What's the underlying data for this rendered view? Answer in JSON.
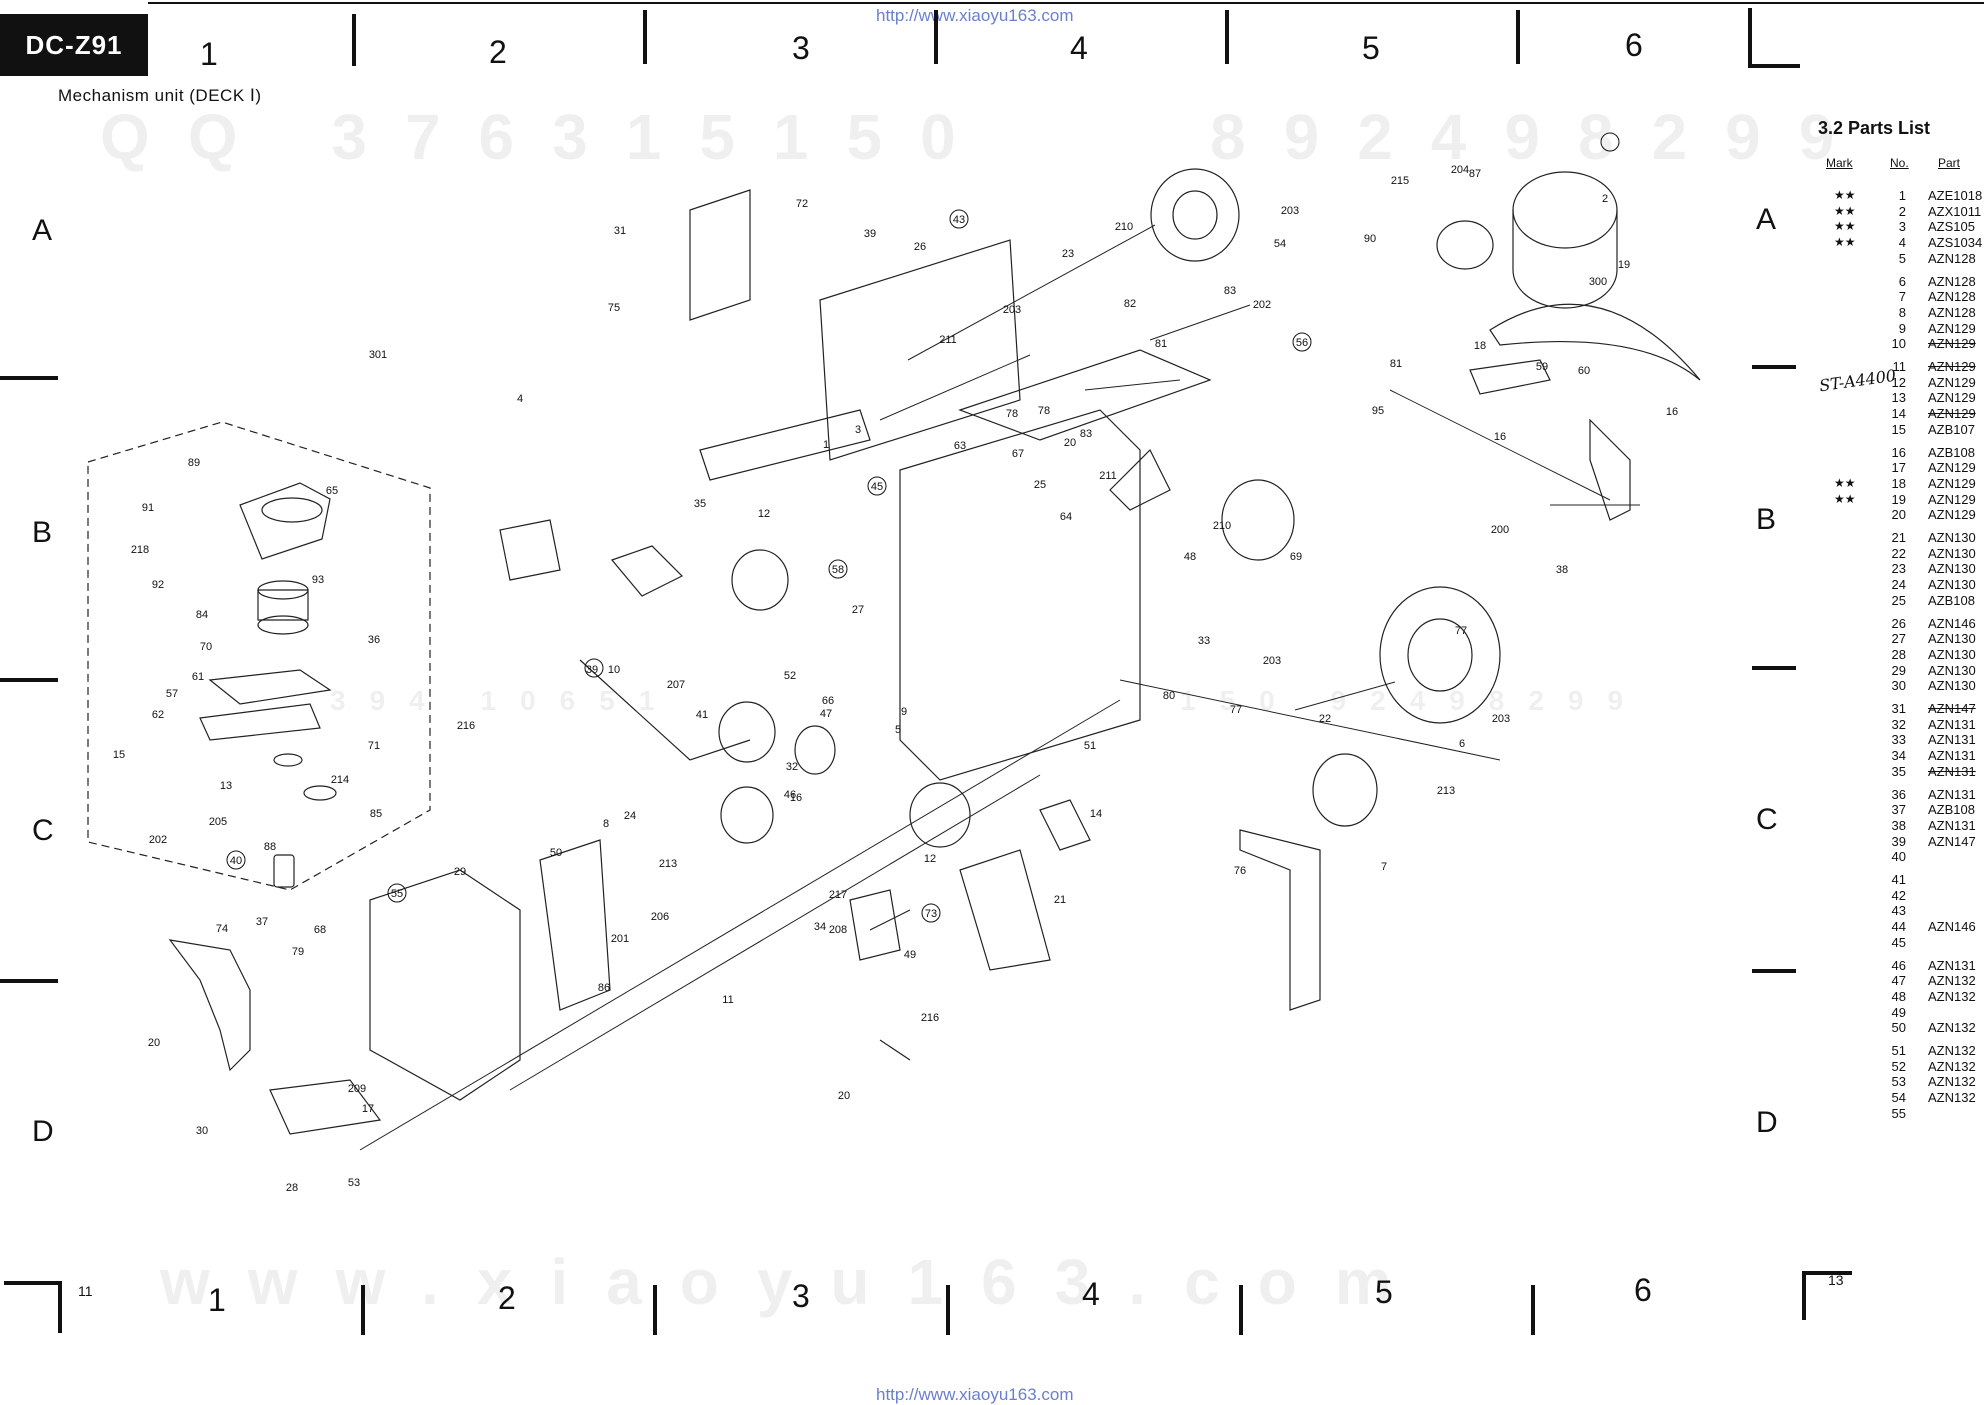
{
  "header": {
    "model": "DC-Z91",
    "unit_title": "Mechanism unit (DECK Ⅰ)",
    "url_top": "http://www.xiaoyu163.com",
    "url_bottom": "http://www.xiaoyu163.com"
  },
  "grid": {
    "columns_top": [
      "1",
      "2",
      "3",
      "4",
      "5",
      "6"
    ],
    "columns_bottom": [
      "1",
      "2",
      "3",
      "4",
      "5",
      "6"
    ],
    "rows_left": [
      "A",
      "B",
      "C",
      "D"
    ],
    "rows_right": [
      "A",
      "B",
      "C",
      "D"
    ]
  },
  "page_numbers": {
    "left": "11",
    "right": "13"
  },
  "watermarks": {
    "qq_top": "QQ 376315150",
    "qq_top_right": "892498299",
    "www_bottom": "www.xiaoyu163.com",
    "mid_left": "394 10651",
    "mid_right": "150 92498299"
  },
  "diagram": {
    "callouts": [
      "301",
      "89",
      "91",
      "218",
      "92",
      "84",
      "93",
      "65",
      "36",
      "70",
      "61",
      "57",
      "62",
      "15",
      "13",
      "214",
      "71",
      "205",
      "202",
      "85",
      "88",
      "40",
      "74",
      "37",
      "79",
      "68",
      "20",
      "29",
      "55",
      "50",
      "86",
      "209",
      "17",
      "30",
      "28",
      "53",
      "8",
      "24",
      "206",
      "201",
      "31",
      "72",
      "75",
      "4",
      "39",
      "26",
      "43",
      "211",
      "203",
      "78",
      "23",
      "1",
      "3",
      "63",
      "35",
      "12",
      "27",
      "58",
      "45",
      "10",
      "207",
      "52",
      "216",
      "66",
      "39",
      "41",
      "46",
      "217",
      "47",
      "5",
      "9",
      "16",
      "213",
      "208",
      "51",
      "32",
      "12",
      "14",
      "21",
      "73",
      "49",
      "34",
      "11",
      "20",
      "216",
      "67",
      "20",
      "25",
      "211",
      "64",
      "48",
      "210",
      "54",
      "203",
      "78",
      "82",
      "81",
      "83",
      "83",
      "202",
      "56",
      "90",
      "215",
      "204",
      "87",
      "2",
      "300",
      "19",
      "18",
      "81",
      "95",
      "59",
      "60",
      "16",
      "16",
      "38",
      "200",
      "210",
      "69",
      "33",
      "80",
      "77",
      "203",
      "22",
      "6",
      "203",
      "77",
      "213",
      "76",
      "7"
    ],
    "hand_note": "ST-A4400"
  },
  "parts_list": {
    "title": "3.2 Parts List",
    "headers": [
      "Mark",
      "No.",
      "Part"
    ],
    "rows": [
      {
        "mark": "★★",
        "no": "1",
        "part": "AZE1018"
      },
      {
        "mark": "★★",
        "no": "2",
        "part": "AZX1011"
      },
      {
        "mark": "★★",
        "no": "3",
        "part": "AZS105"
      },
      {
        "mark": "★★",
        "no": "4",
        "part": "AZS1034"
      },
      {
        "mark": "",
        "no": "5",
        "part": "AZN128"
      },
      {
        "mark": "",
        "no": "6",
        "part": "AZN128"
      },
      {
        "mark": "",
        "no": "7",
        "part": "AZN128"
      },
      {
        "mark": "",
        "no": "8",
        "part": "AZN128"
      },
      {
        "mark": "",
        "no": "9",
        "part": "AZN129"
      },
      {
        "mark": "",
        "no": "10",
        "part": "AZN129"
      },
      {
        "mark": "",
        "no": "11",
        "part": "AZN129"
      },
      {
        "mark": "",
        "no": "12",
        "part": "AZN129"
      },
      {
        "mark": "",
        "no": "13",
        "part": "AZN129"
      },
      {
        "mark": "",
        "no": "14",
        "part": "AZN129"
      },
      {
        "mark": "",
        "no": "15",
        "part": "AZB107"
      },
      {
        "mark": "",
        "no": "16",
        "part": "AZB108"
      },
      {
        "mark": "",
        "no": "17",
        "part": "AZN129"
      },
      {
        "mark": "★★",
        "no": "18",
        "part": "AZN129"
      },
      {
        "mark": "★★",
        "no": "19",
        "part": "AZN129"
      },
      {
        "mark": "",
        "no": "20",
        "part": "AZN129"
      },
      {
        "mark": "",
        "no": "21",
        "part": "AZN130"
      },
      {
        "mark": "",
        "no": "22",
        "part": "AZN130"
      },
      {
        "mark": "",
        "no": "23",
        "part": "AZN130"
      },
      {
        "mark": "",
        "no": "24",
        "part": "AZN130"
      },
      {
        "mark": "",
        "no": "25",
        "part": "AZB108"
      },
      {
        "mark": "",
        "no": "26",
        "part": "AZN146"
      },
      {
        "mark": "",
        "no": "27",
        "part": "AZN130"
      },
      {
        "mark": "",
        "no": "28",
        "part": "AZN130"
      },
      {
        "mark": "",
        "no": "29",
        "part": "AZN130"
      },
      {
        "mark": "",
        "no": "30",
        "part": "AZN130"
      },
      {
        "mark": "",
        "no": "31",
        "part": "AZN147"
      },
      {
        "mark": "",
        "no": "32",
        "part": "AZN131"
      },
      {
        "mark": "",
        "no": "33",
        "part": "AZN131"
      },
      {
        "mark": "",
        "no": "34",
        "part": "AZN131"
      },
      {
        "mark": "",
        "no": "35",
        "part": "AZN131"
      },
      {
        "mark": "",
        "no": "36",
        "part": "AZN131"
      },
      {
        "mark": "",
        "no": "37",
        "part": "AZB108"
      },
      {
        "mark": "",
        "no": "38",
        "part": "AZN131"
      },
      {
        "mark": "",
        "no": "39",
        "part": "AZN147"
      },
      {
        "mark": "",
        "no": "40",
        "part": ""
      },
      {
        "mark": "",
        "no": "41",
        "part": ""
      },
      {
        "mark": "",
        "no": "42",
        "part": ""
      },
      {
        "mark": "",
        "no": "43",
        "part": ""
      },
      {
        "mark": "",
        "no": "44",
        "part": "AZN146"
      },
      {
        "mark": "",
        "no": "45",
        "part": ""
      },
      {
        "mark": "",
        "no": "46",
        "part": "AZN131"
      },
      {
        "mark": "",
        "no": "47",
        "part": "AZN132"
      },
      {
        "mark": "",
        "no": "48",
        "part": "AZN132"
      },
      {
        "mark": "",
        "no": "49",
        "part": ""
      },
      {
        "mark": "",
        "no": "50",
        "part": "AZN132"
      },
      {
        "mark": "",
        "no": "51",
        "part": "AZN132"
      },
      {
        "mark": "",
        "no": "52",
        "part": "AZN132"
      },
      {
        "mark": "",
        "no": "53",
        "part": "AZN132"
      },
      {
        "mark": "",
        "no": "54",
        "part": "AZN132"
      },
      {
        "mark": "",
        "no": "55",
        "part": ""
      }
    ]
  }
}
